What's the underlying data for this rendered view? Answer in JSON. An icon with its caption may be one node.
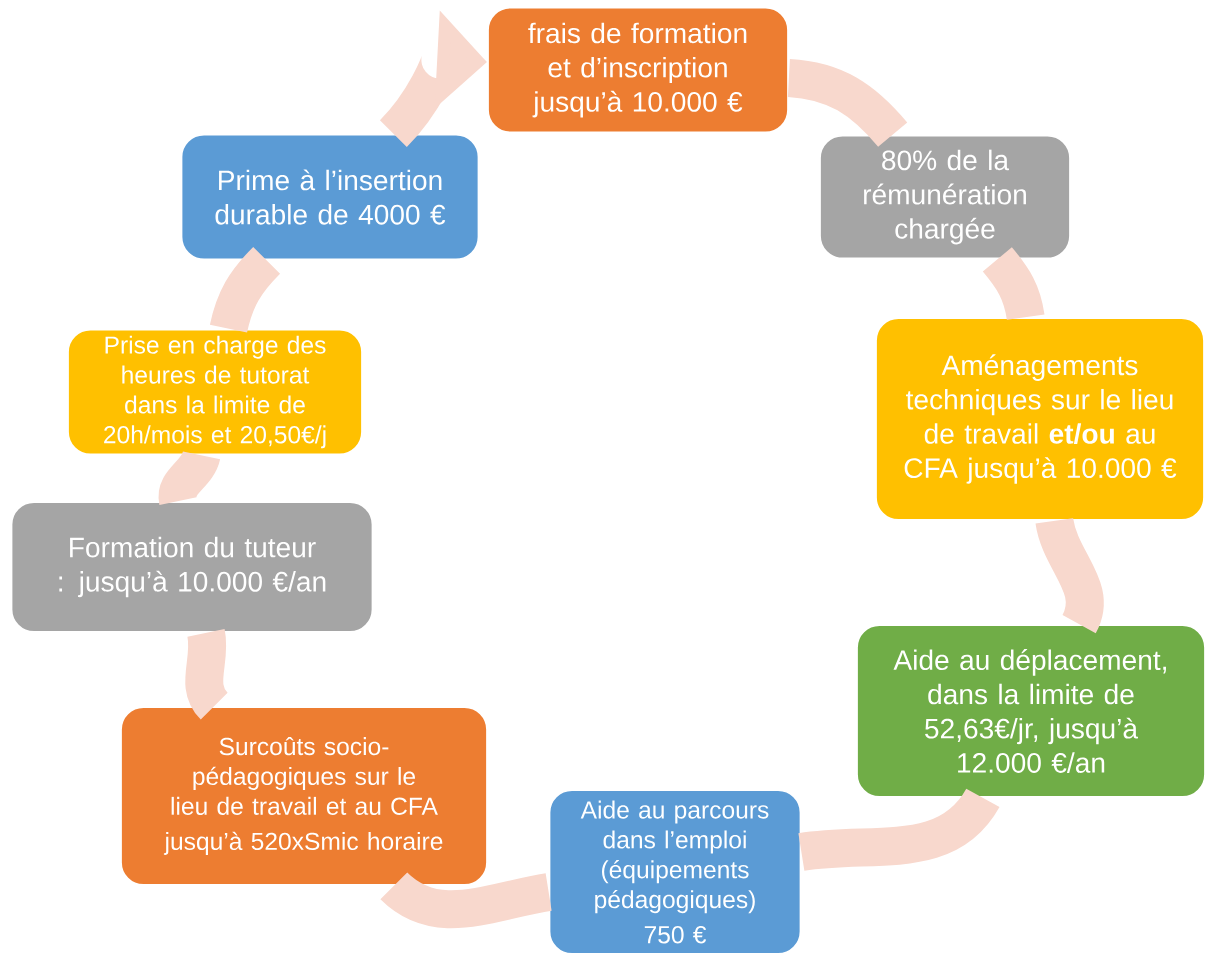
{
  "diagram": {
    "nodes": [
      {
        "text": [
          "frais de formation et d’inscription jusqu’à 10.000 €"
        ]
      },
      {
        "text": [
          "80% de la rémunération chargée"
        ]
      },
      {
        "text": [
          "Aménagements techniques sur le lieu de travail **et/ou** au CFA jusqu’à 10.000 €"
        ]
      },
      {
        "text": [
          "Aide au déplacement, dans la limite de 52,63€/jr, jusqu’à 12.000 €/an"
        ]
      },
      {
        "text": [
          "Aide au parcours dans l’emploi (équipements pédagogiques)",
          "750 €"
        ]
      },
      {
        "text": [
          "Surcoûts socio-pédagogiques sur le lieu de travail et au CFA",
          "jusqu’à 520xSmic horaire"
        ]
      },
      {
        "text": [
          "Formation du tuteur : jusqu’à 10.000 €/an"
        ]
      },
      {
        "text": [
          "Prise en charge des heures de tutorat dans la limite de 20h/mois et 20,50€/j"
        ]
      },
      {
        "text": [
          "Prime à l’insertion durable de 4000 €"
        ]
      }
    ],
    "edges": [
      {
        "from": 0,
        "to": 1,
        "arrow": "none"
      },
      {
        "from": 1,
        "to": 2,
        "arrow": "none"
      },
      {
        "from": 2,
        "to": 3,
        "arrow": "none"
      },
      {
        "from": 3,
        "to": 4,
        "arrow": "none"
      },
      {
        "from": 4,
        "to": 5,
        "arrow": "none"
      },
      {
        "from": 5,
        "to": 6,
        "arrow": "none"
      },
      {
        "from": 6,
        "to": 7,
        "arrow": "none"
      },
      {
        "from": 7,
        "to": 8,
        "arrow": "none"
      },
      {
        "from": 8,
        "to": 0,
        "arrow": "to"
      }
    ]
  }
}
